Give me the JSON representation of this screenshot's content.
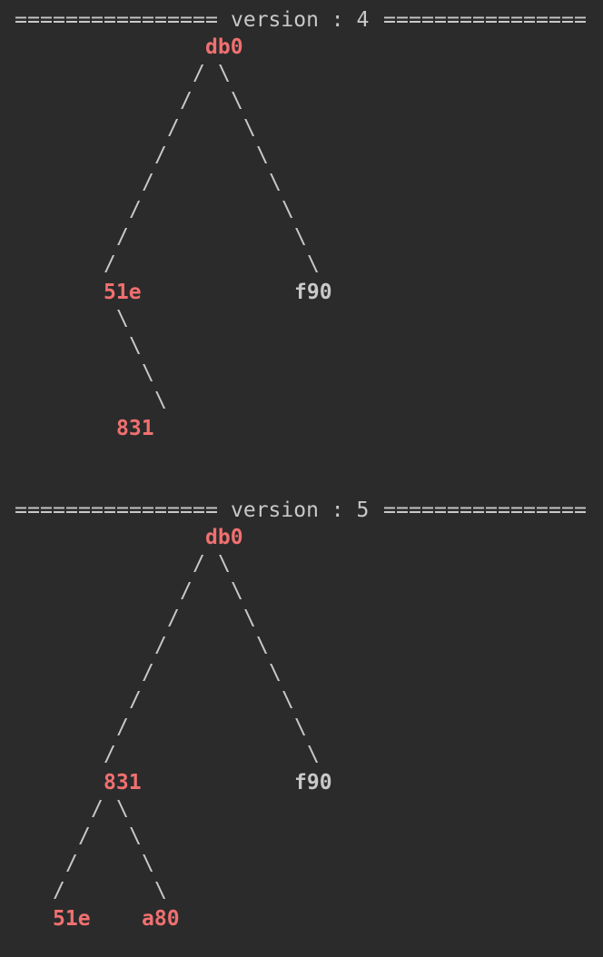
{
  "colors": {
    "background": "#2b2b2b",
    "text": "#c8c8c8",
    "red_node": "#f07070",
    "black_node": "#c8c8c8"
  },
  "trees": [
    {
      "header": {
        "rule": "================",
        "label": "version : 4"
      },
      "nodes": {
        "root": {
          "label": "db0",
          "color": "red"
        },
        "left": {
          "label": "51e",
          "color": "red"
        },
        "right": {
          "label": "f90",
          "color": "black"
        },
        "left_right": {
          "label": "831",
          "color": "red"
        }
      },
      "edge_glyphs": {
        "left": "/",
        "right": "\\"
      }
    },
    {
      "header": {
        "rule": "================",
        "label": "version : 5"
      },
      "nodes": {
        "root": {
          "label": "db0",
          "color": "red"
        },
        "left": {
          "label": "831",
          "color": "red"
        },
        "right": {
          "label": "f90",
          "color": "black"
        },
        "left_left": {
          "label": "51e",
          "color": "red"
        },
        "left_right": {
          "label": "a80",
          "color": "red"
        }
      },
      "edge_glyphs": {
        "left": "/",
        "right": "\\"
      }
    }
  ]
}
